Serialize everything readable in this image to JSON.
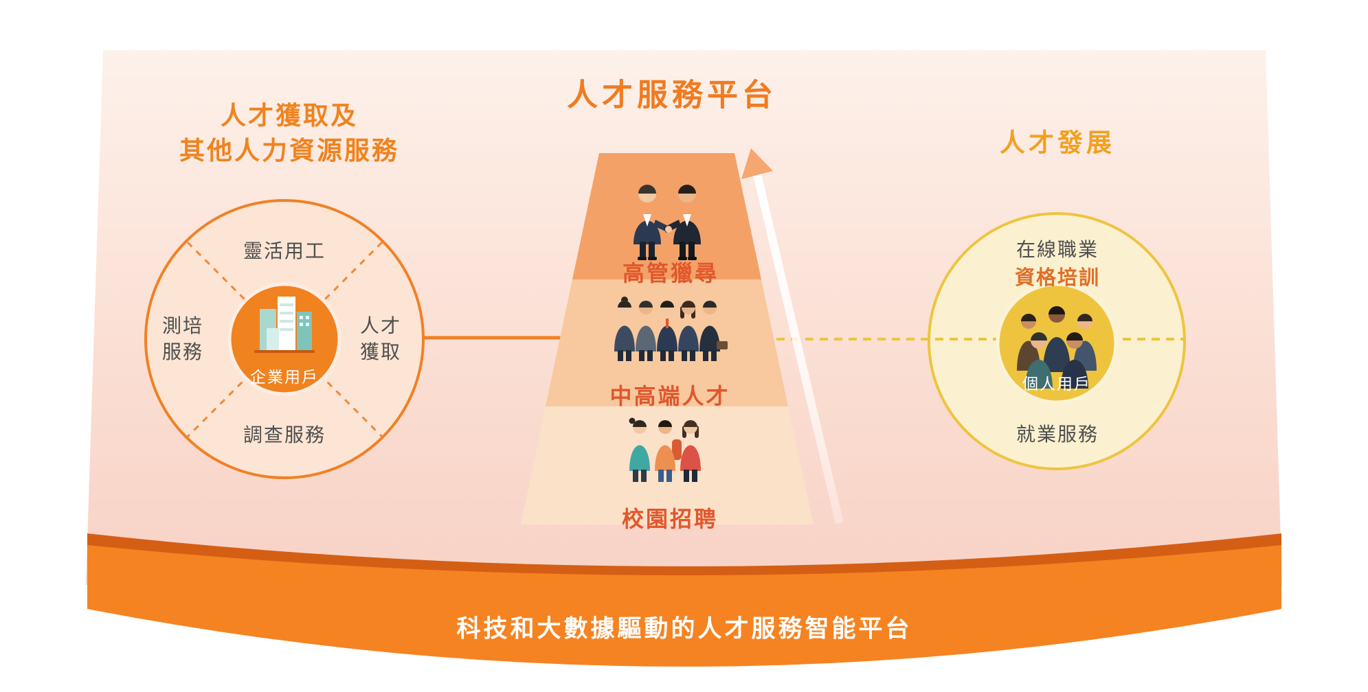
{
  "platform": {
    "title": "人才服務平台"
  },
  "left_section": {
    "title_line1": "人才獲取及",
    "title_line2": "其他人力資源服務",
    "quadrants": {
      "top": "靈活用工",
      "left": "測培服務",
      "right": "人才獲取",
      "bottom": "調查服務"
    },
    "hub_label": "企業用戶"
  },
  "pyramid": {
    "tiers": [
      {
        "label": "高管獵尋"
      },
      {
        "label": "中高端人才"
      },
      {
        "label": "校園招聘"
      }
    ]
  },
  "right_section": {
    "title": "人才發展",
    "top_label_line1": "在線職業",
    "top_label_line2": "資格培訓",
    "hub_label": "個人用戶",
    "bottom_label": "就業服務"
  },
  "footer": {
    "banner": "科技和大數據驅動的人才服務智能平台"
  },
  "colors": {
    "accent_orange": "#F58321",
    "deep_orange_rim": "#D55E15",
    "circle_stroke_orange": "#F08124",
    "yellow": "#EEC43F",
    "tier_label": "#E0572C",
    "tier_top": "#F4A167",
    "tier_middle": "#F8C89E",
    "tier_bottom": "#FBE1C8"
  }
}
